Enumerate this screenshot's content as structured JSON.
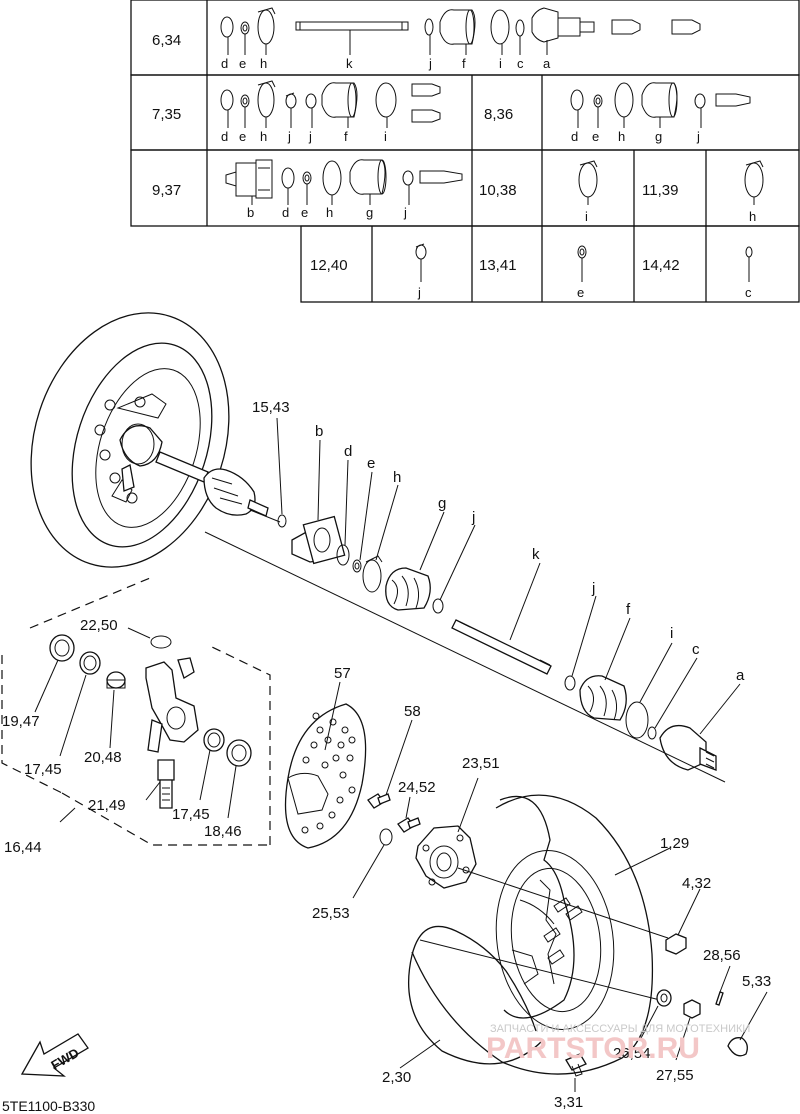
{
  "table": {
    "rows": [
      {
        "ref": "6,34",
        "parts": [
          "d",
          "e",
          "h",
          "k",
          "j",
          "f",
          "i",
          "c",
          "a"
        ]
      },
      {
        "ref": "7,35",
        "parts": [
          "d",
          "e",
          "h",
          "j",
          "j",
          "f",
          "i"
        ]
      },
      {
        "ref": "8,36",
        "parts": [
          "d",
          "e",
          "h",
          "g",
          "j"
        ]
      },
      {
        "ref": "9,37",
        "parts": [
          "b",
          "d",
          "e",
          "h",
          "g",
          "j"
        ]
      },
      {
        "ref": "10,38",
        "parts": [
          "i"
        ]
      },
      {
        "ref": "11,39",
        "parts": [
          "h"
        ]
      },
      {
        "ref": "12,40",
        "parts": [
          "j"
        ]
      },
      {
        "ref": "13,41",
        "parts": [
          "e"
        ]
      },
      {
        "ref": "14,42",
        "parts": [
          "c"
        ]
      }
    ]
  },
  "callouts": {
    "c15_43": "15,43",
    "b": "b",
    "d": "d",
    "e": "e",
    "h": "h",
    "g": "g",
    "j": "j",
    "k": "k",
    "j2": "j",
    "f": "f",
    "i": "i",
    "c": "c",
    "a": "a",
    "c22_50": "22,50",
    "c19_47": "19,47",
    "c17_45a": "17,45",
    "c20_48": "20,48",
    "c21_49": "21,49",
    "c17_45b": "17,45",
    "c18_46": "18,46",
    "c16_44": "16,44",
    "c57": "57",
    "c58": "58",
    "c24_52": "24,52",
    "c23_51": "23,51",
    "c25_53": "25,53",
    "c1_29": "1,29",
    "c4_32": "4,32",
    "c28_56": "28,56",
    "c5_33": "5,33",
    "c26_54": "26,54",
    "c27_55": "27,55",
    "c2_30": "2,30",
    "c3_31": "3,31"
  },
  "fwd": "FWD",
  "diagram_code": "5TE1100-B330",
  "watermark": {
    "text": "ЗАПЧАСТИ И АКСЕССУАРЫ ДЛЯ МОТОТЕХНИКИ",
    "brand": "PARTSTOR.RU"
  }
}
